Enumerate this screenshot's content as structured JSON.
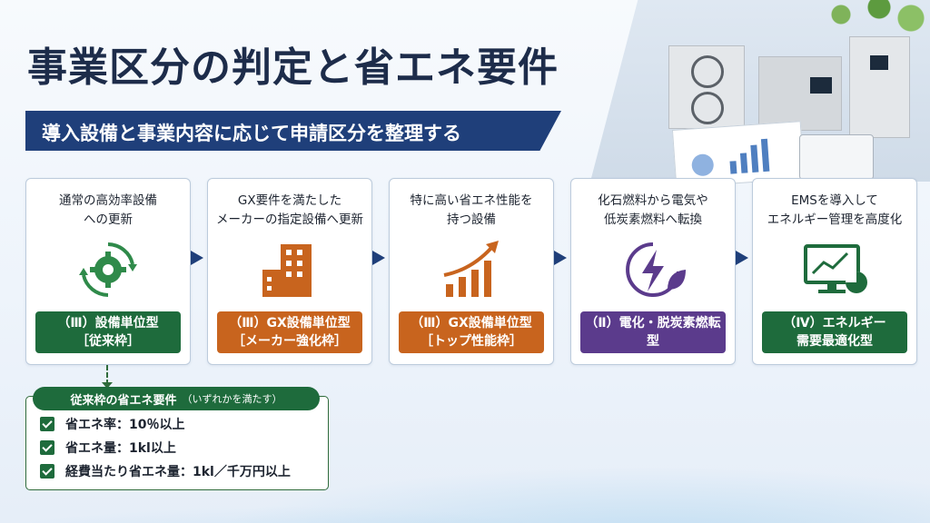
{
  "header": {
    "title": "事業区分の判定と省エネ要件",
    "subtitle": "導入設備と事業内容に応じて申請区分を整理する"
  },
  "colors": {
    "navy": "#1f3f7a",
    "green": "#1e6b3c",
    "orange": "#c8641e",
    "purple": "#5b3b8c"
  },
  "cards": [
    {
      "desc": "通常の高効率設備\nへの更新",
      "icon": "gear-cycle-icon",
      "badge_line1": "（Ⅲ）設備単位型",
      "badge_line2": "［従来枠］",
      "color": "#1e6b3c"
    },
    {
      "desc": "GX要件を満たした\nメーカーの指定設備へ更新",
      "icon": "factory-building-icon",
      "badge_line1": "（Ⅲ）GX設備単位型",
      "badge_line2": "［メーカー強化枠］",
      "color": "#c8641e"
    },
    {
      "desc": "特に高い省エネ性能を\n持つ設備",
      "icon": "growth-chart-icon",
      "badge_line1": "（Ⅲ）GX設備単位型",
      "badge_line2": "［トップ性能枠］",
      "color": "#c8641e"
    },
    {
      "desc": "化石燃料から電気や\n低炭素燃料へ転換",
      "icon": "lightning-leaf-icon",
      "badge_line1": "（Ⅱ）電化・脱炭素燃転型",
      "badge_line2": "",
      "color": "#5b3b8c"
    },
    {
      "desc": "EMSを導入して\nエネルギー管理を高度化",
      "icon": "monitor-chart-icon",
      "badge_line1": "（Ⅳ）エネルギー",
      "badge_line2": "需要最適化型",
      "color": "#1e6b3c"
    }
  ],
  "requirements": {
    "title": "従来枠の省エネ要件",
    "title_note": "（いずれかを満たす）",
    "items": [
      "省エネ率：10％以上",
      "省エネ量：1kl以上",
      "経費当たり省エネ量：1kl／千万円以上"
    ]
  }
}
